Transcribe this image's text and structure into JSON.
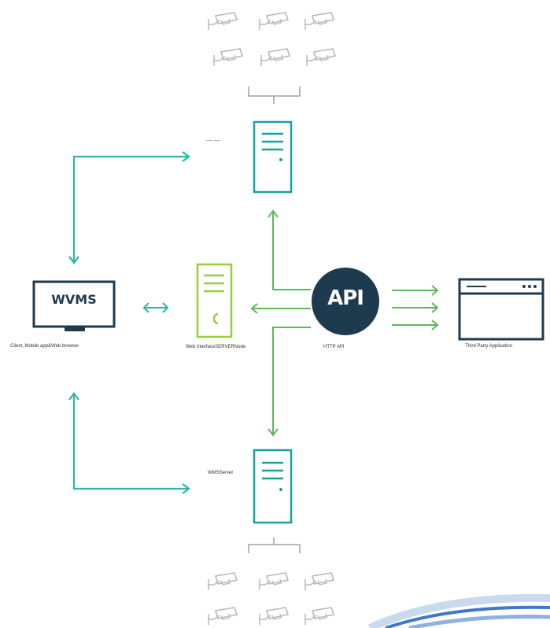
{
  "labels": {
    "top_server": "---- ----",
    "client": "Client, Mobile app&Web browser",
    "center_server": "Web InterfaceSERVERNode",
    "api_caption": "HTTP API",
    "third_party": "Third Party Application",
    "bottom_server": "WMSServer"
  },
  "client_screen_text": "WVMS",
  "api_badge_text": "API",
  "icons": [
    "camera-icon",
    "server-icon",
    "monitor-icon",
    "browser-window-icon",
    "api-badge"
  ],
  "colors": {
    "teal_arrow": "#2eb5a5",
    "green_arrow": "#5cb85c",
    "navy": "#1d3a4f",
    "server_teal": "#1aa0a0",
    "web_server_lime": "#9ccc3c",
    "camera_grey": "#b8b8b8"
  }
}
